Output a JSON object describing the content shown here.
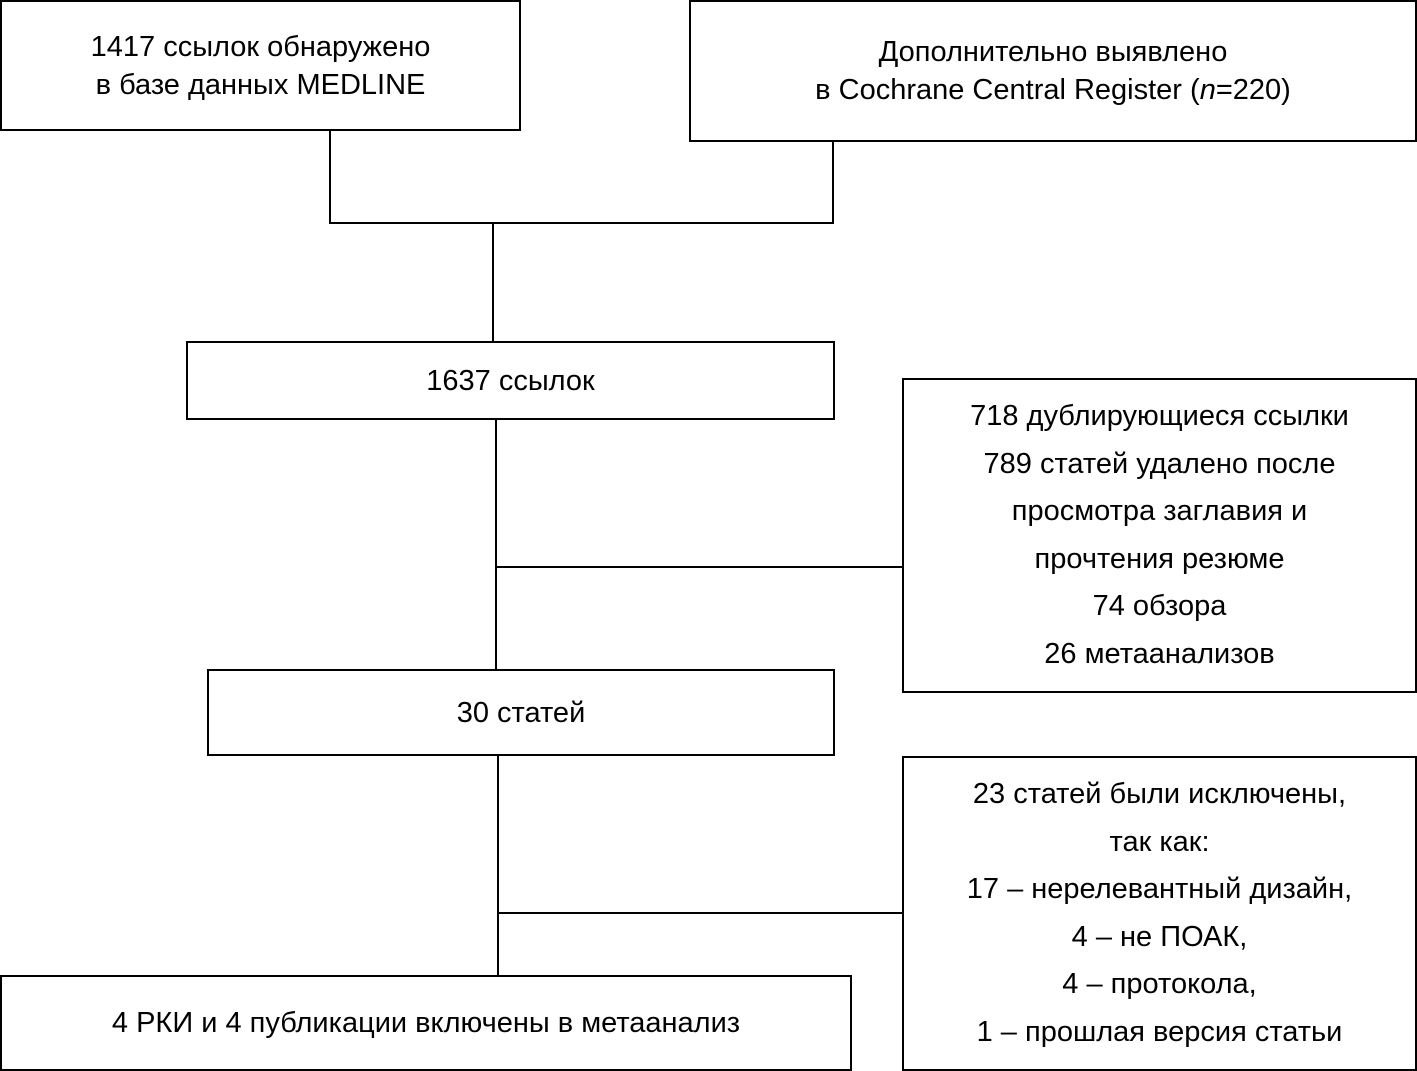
{
  "boxes": {
    "medline": [
      "1417 ссылок обнаружено",
      "в базе данных MEDLINE"
    ],
    "cochrane": {
      "line1": "Дополнительно выявлено",
      "line2_pre": "в Cochrane Central Register (",
      "n": "n",
      "line2_post": "=220)"
    },
    "total": "1637 ссылок",
    "excluded1": [
      "718 дублирующиеся ссылки",
      "789 статей удалено после",
      "просмотра заглавия и",
      "прочтения резюме",
      "74 обзора",
      "26 метаанализов"
    ],
    "articles": "30 статей",
    "excluded2": [
      "23 статей были исключены,",
      "так как:",
      "17 – нерелевантный дизайн,",
      "4 – не ПОАК,",
      "4 – протокола,",
      "1 – прошлая версия статьи"
    ],
    "final": "4 РКИ и 4 публикации включены в метаанализ"
  }
}
